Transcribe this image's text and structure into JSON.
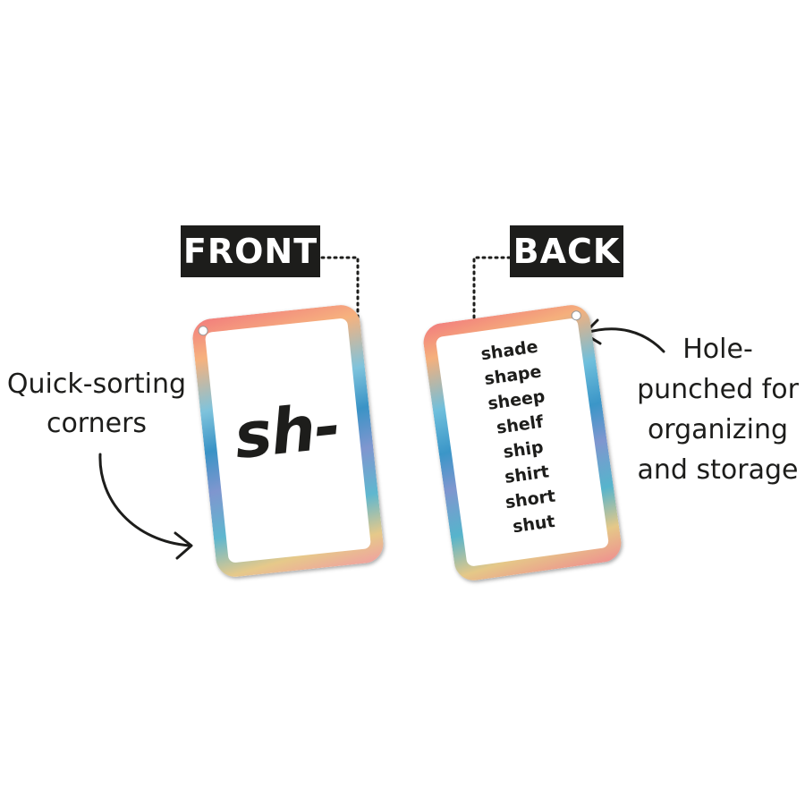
{
  "labels": {
    "front": "FRONT",
    "back": "BACK"
  },
  "front_card": {
    "text": "sh-"
  },
  "back_card": {
    "words": [
      "shade",
      "shape",
      "sheep",
      "shelf",
      "ship",
      "shirt",
      "short",
      "shut"
    ]
  },
  "annotations": {
    "left": [
      "Quick-sorting",
      "corners"
    ],
    "right": [
      "Hole-",
      "punched for",
      "organizing",
      "and storage"
    ]
  },
  "colors": {
    "label_bg": "#1d1d1b",
    "text": "#1d1d1b",
    "border_pink": "#f27d7d",
    "border_blue": "#3a93c6",
    "border_yellow": "#e6c98a"
  }
}
